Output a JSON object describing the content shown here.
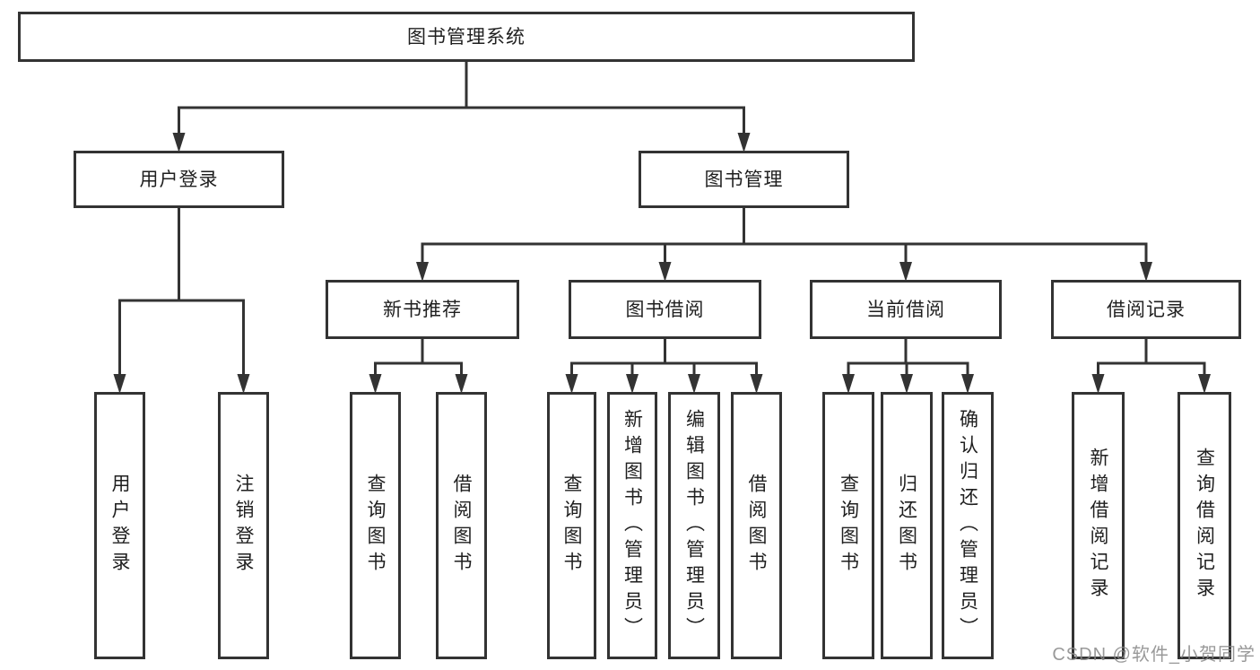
{
  "diagram": {
    "tree": {
      "id": "root",
      "label": "图书管理系统",
      "children": [
        {
          "id": "user-login",
          "label": "用户登录",
          "children": [
            {
              "id": "ul-login",
              "label": "用户登录"
            },
            {
              "id": "ul-logout",
              "label": "注销登录"
            }
          ]
        },
        {
          "id": "book-mgmt",
          "label": "图书管理",
          "children": [
            {
              "id": "nb",
              "label": "新书推荐",
              "children": [
                {
                  "id": "nb-query",
                  "label": "查询图书"
                },
                {
                  "id": "nb-borrow",
                  "label": "借阅图书"
                }
              ]
            },
            {
              "id": "bb",
              "label": "图书借阅",
              "children": [
                {
                  "id": "bb-query",
                  "label": "查询图书"
                },
                {
                  "id": "bb-add",
                  "label": "新增图书（管理员）"
                },
                {
                  "id": "bb-edit",
                  "label": "编辑图书（管理员）"
                },
                {
                  "id": "bb-borrow",
                  "label": "借阅图书"
                }
              ]
            },
            {
              "id": "cb",
              "label": "当前借阅",
              "children": [
                {
                  "id": "cb-query",
                  "label": "查询图书"
                },
                {
                  "id": "cb-return",
                  "label": "归还图书"
                },
                {
                  "id": "cb-confirm",
                  "label": "确认归还（管理员）"
                }
              ]
            },
            {
              "id": "br",
              "label": "借阅记录",
              "children": [
                {
                  "id": "br-add",
                  "label": "新增借阅记录"
                },
                {
                  "id": "br-query",
                  "label": "查询借阅记录"
                }
              ]
            }
          ]
        }
      ]
    }
  },
  "watermark": {
    "text": "CSDN @软件_小贺同学"
  },
  "colors": {
    "line": "#333333",
    "text": "#1f1f1f",
    "background": "#ffffff",
    "watermark": "#878787"
  }
}
